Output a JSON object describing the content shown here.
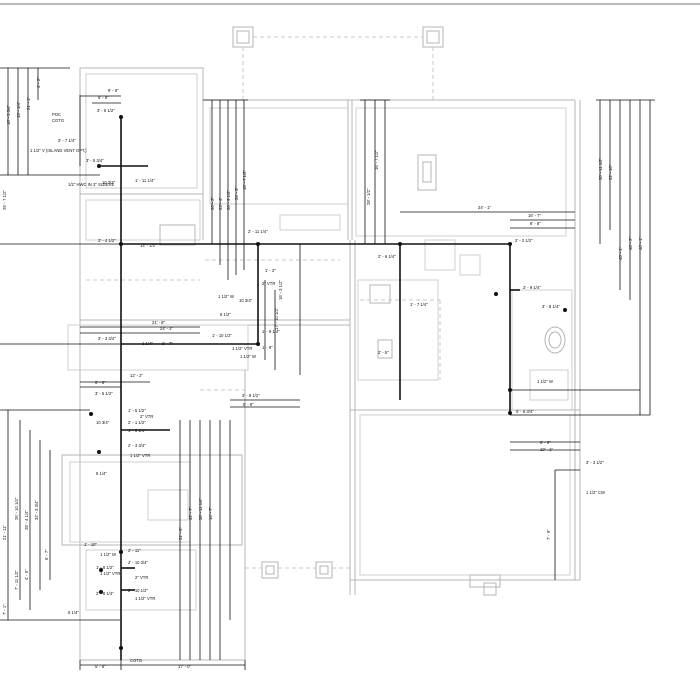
{
  "sheet": {
    "labels": {
      "poc": "POC",
      "cotg_top": "COTG",
      "island_vent": "1 1/2\" V (ISLAND VENT OPT.)",
      "sleeve": "1/2\" HWC IN 3\" SLEEVE",
      "cotg_bottom": "COTG",
      "cw": "1 1/2\" CW",
      "vtr_1": "2\" VTR",
      "vtr_2": "1 1/2\" VTR",
      "vtr_3": "1 1/2\" VTR",
      "vtr_4": "2\" VTR",
      "vtr_5": "1 1/2\" VTR",
      "vtr_6": "2\" VTR",
      "vtr_7": "1 1/2\" VTR",
      "w_1": "1 1/2\" W",
      "w_2": "1 1/2\" W",
      "w_3": "1 1/2\" W",
      "w_4": "1 1/2\" W"
    },
    "horizontal_dims": [
      "9' - 8\"",
      "6' - 8\"",
      "3' - 6 1/2\"",
      "3' - 7 1/4\"",
      "3' - 5 3/4\"",
      "10 3/4\"",
      "1' - 11 1/4\"",
      "3' - 4 1/2\"",
      "14' - 1/2\"",
      "24' - 1\"",
      "16' - 7\"",
      "8' - 8\"",
      "2' - 2 1/2\"",
      "2' - 6 1/4\"",
      "2' - 11 1/4\"",
      "1' - 3\"",
      "10 3/4\"",
      "6 1/2\"",
      "21' - 8\"",
      "24' - 3\"",
      "3' - 3 3/4\"",
      "1 1/4\"",
      "1' - 10 1/2\"",
      "1' - 9 1/4\"",
      "2' - 7\"",
      "1' - 9\"",
      "1' - 7 1/4\"",
      "2' - 5\"",
      "2' - 9 1/4\"",
      "6' - 8\"",
      "3' - 5 1/2\"",
      "12' - 2\"",
      "1' - 5 1/2\"",
      "2' - 1 1/2\"",
      "10 3/4\"",
      "1' - 5 1/4\"",
      "2' - 3 3/4\"",
      "8 1/4\"",
      "5' - 9\"",
      "3' - 9 1/2\"",
      "3' - 8 1/4\"",
      "8' - 9\"",
      "10' - 1\"",
      "6' - 8 3/4\"",
      "3' - 3 1/2\"",
      "2' - 11\"",
      "2' - 10 3/4\"",
      "1' - 8 1/2\"",
      "2' - 10 1/2\"",
      "1' - 10\"",
      "2' - 8 1/4\"",
      "6 1/4\"",
      "5' - 8\"",
      "17' - 0\""
    ],
    "vertical_dims": [
      "18' - 3 3/4\"",
      "15' - 1/4\"",
      "21' - 1\"",
      "4' - 2\"",
      "25' - 7 1/2\"",
      "20' - 2\"",
      "23' - 4\"",
      "20' - 9 1/2\"",
      "24' - 3\"",
      "18' - 7 1/2\"",
      "28' - 1/2\"",
      "16' - 7 1/2\"",
      "17' - 10 1/2\"",
      "16' - 3 1/2\"",
      "20' - 11 1/2\"",
      "22' - 10\"",
      "40' - 1\"",
      "40' - 2\"",
      "40' - 1\"",
      "21' - 11\"",
      "26' - 10 1/4\"",
      "28' - 4 1/4\"",
      "32' - 3 3/4\"",
      "31' - 6\"",
      "32' - 7\"",
      "38' - 11 1/4\"",
      "14' - 7\"",
      "7' - 9\"",
      "7' - 1\"",
      "7' - 11 1/2\"",
      "4' - 5\"",
      "6' - 7\""
    ]
  }
}
